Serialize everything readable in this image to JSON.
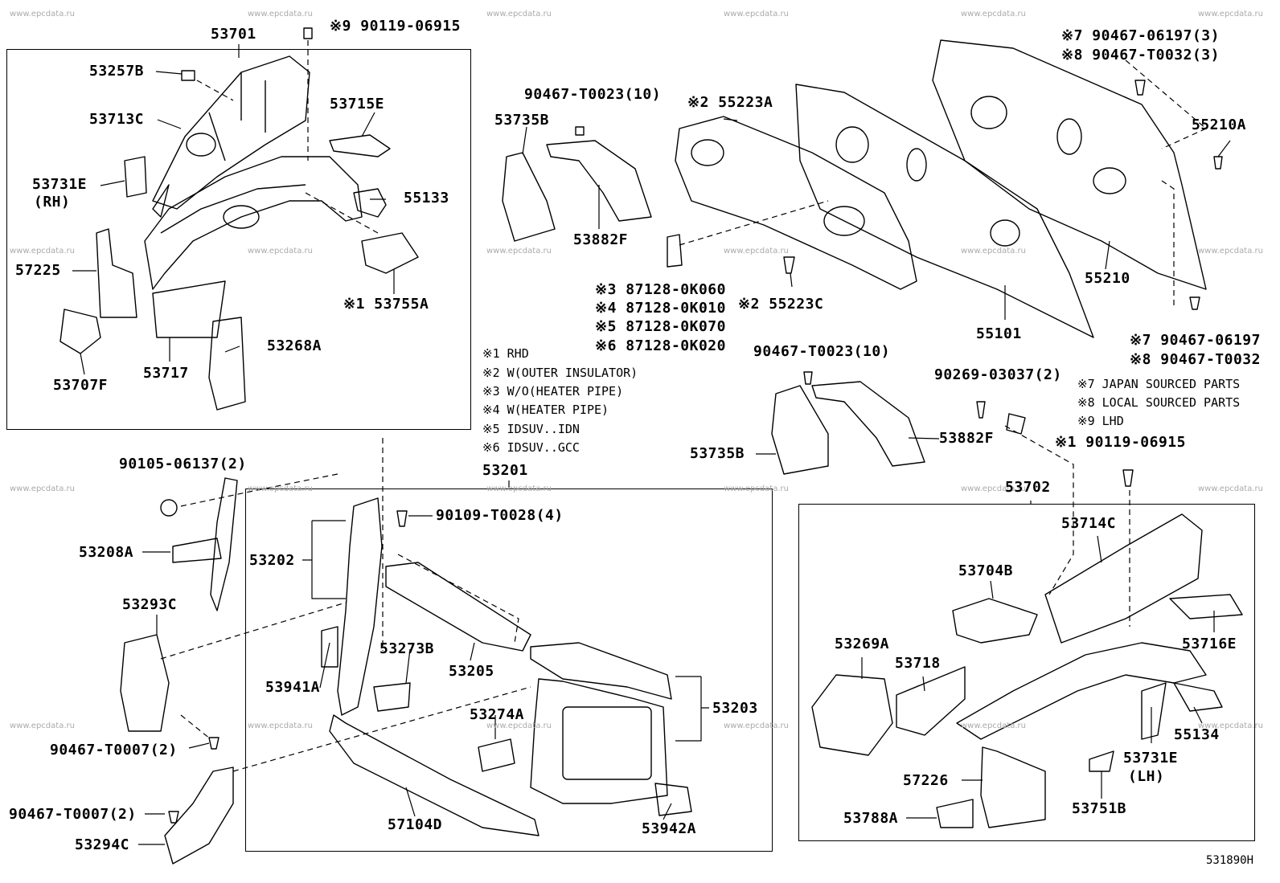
{
  "watermark": "www.epcdata.ru",
  "diagram_id": "531890H",
  "labels": {
    "p53701": "53701",
    "bolt_lhd": "※9 90119-06915",
    "p53257B": "53257B",
    "p53713C": "53713C",
    "p53715E": "53715E",
    "p53731E_rh": "53731E",
    "rh": "(RH)",
    "p55133": "55133",
    "p57225": "57225",
    "p53755A": "※1 53755A",
    "p53268A": "53268A",
    "p53717": "53717",
    "p53707F": "53707F",
    "clip_t0023_a": "90467-T0023(10)",
    "p53735B_a": "53735B",
    "p53882F_a": "53882F",
    "p55223A": "※2 55223A",
    "plug_k060": "※3 87128-0K060",
    "plug_k010": "※4 87128-0K010",
    "plug_k070": "※5 87128-0K070",
    "plug_k020": "※6 87128-0K020",
    "p55223C": "※2 55223C",
    "p55101": "55101",
    "clip_06197_3": "※7 90467-06197(3)",
    "clip_t0032_3": "※8 90467-T0032(3)",
    "p55210A": "55210A",
    "p55210": "55210",
    "clip_06197": "※7 90467-06197",
    "clip_t0032": "※8 90467-T0032",
    "clip_t0023_b": "90467-T0023(10)",
    "clip_03037": "90269-03037(2)",
    "p53735B_b": "53735B",
    "p53882F_b": "53882F",
    "bolt_rhd": "※1 90119-06915",
    "p53702": "53702",
    "p53714C": "53714C",
    "p53704B": "53704B",
    "p53716E": "53716E",
    "p53269A": "53269A",
    "p53718": "53718",
    "p55134": "55134",
    "p53731E_lh": "53731E",
    "lh": "(LH)",
    "p57226": "57226",
    "p53788A": "53788A",
    "p53751B": "53751B",
    "bolt_06137": "90105-06137(2)",
    "p53208A": "53208A",
    "p53293C": "53293C",
    "clip_t0007_a": "90467-T0007(2)",
    "clip_t0007_b": "90467-T0007(2)",
    "p53294C": "53294C",
    "p53201": "53201",
    "bolt_t0028": "90109-T0028(4)",
    "p53202": "53202",
    "p53273B": "53273B",
    "p53205": "53205",
    "p53941A": "53941A",
    "p53274A": "53274A",
    "p53203": "53203",
    "p57104D": "57104D",
    "p53942A": "53942A"
  },
  "notes": [
    "※1 RHD",
    "※2 W(OUTER INSULATOR)",
    "※3 W/O(HEATER PIPE)",
    "※4 W(HEATER PIPE)",
    "※5 IDSUV..IDN",
    "※6 IDSUV..GCC"
  ],
  "notes_right": [
    "※7 JAPAN SOURCED PARTS",
    "※8 LOCAL SOURCED PARTS",
    "※9 LHD"
  ]
}
